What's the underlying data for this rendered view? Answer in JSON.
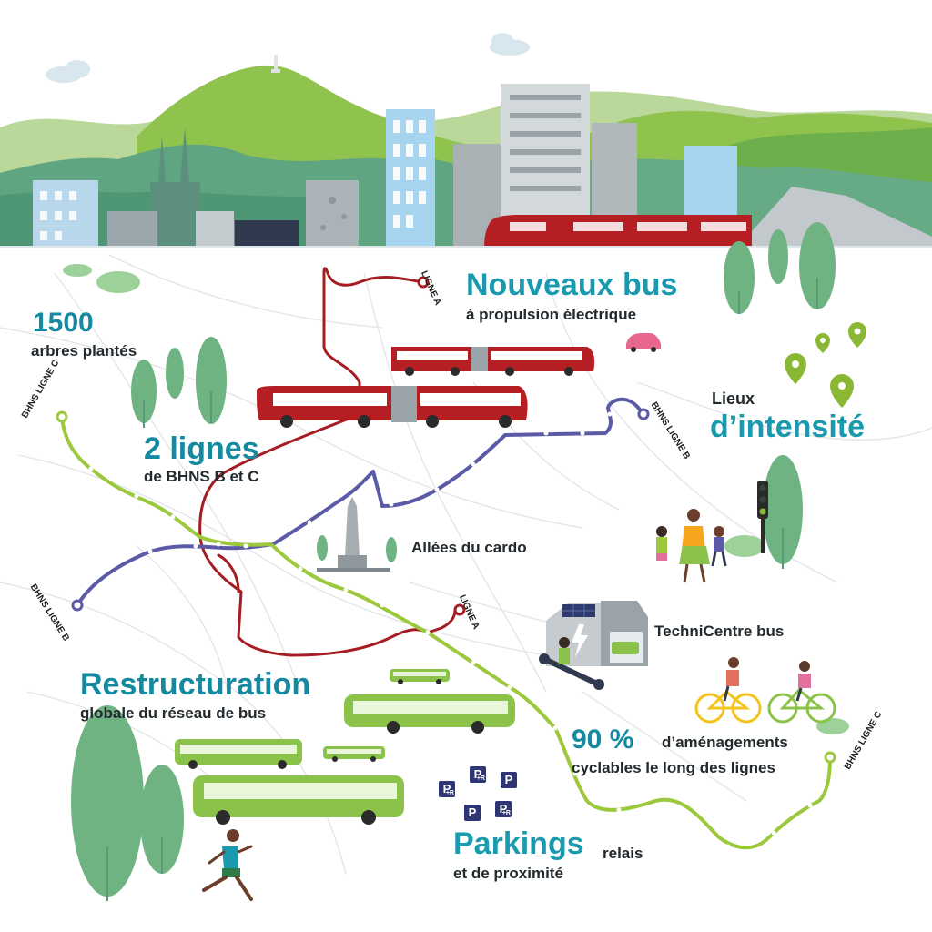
{
  "headline_bus": {
    "title": "Nouveaux bus",
    "subtitle": "à propulsion électrique"
  },
  "trees": {
    "number": "1500",
    "caption": "arbres plantés"
  },
  "lines": {
    "number": "2 lignes",
    "caption": "de BHNS B et C"
  },
  "intensity": {
    "prefix": "Lieux",
    "title": "d’intensité"
  },
  "cardo": {
    "label": "Allées du cardo"
  },
  "technicentre": {
    "label": "TechniCentre bus"
  },
  "restructuring": {
    "title": "Restructuration",
    "subtitle": "globale du réseau de bus"
  },
  "cycling": {
    "percent": "90 %",
    "line1": "d’aménagements",
    "line2": "cyclables le long des lignes"
  },
  "parkings": {
    "title": "Parkings",
    "title_suffix": "relais",
    "subtitle": "et de proximité"
  },
  "line_labels": {
    "ligne_a_top": "LIGNE A",
    "ligne_a_mid": "LIGNE A",
    "bhns_c_left": "BHNS LIGNE C",
    "bhns_b_right": "BHNS LIGNE B",
    "bhns_b_left": "BHNS LIGNE B",
    "bhns_c_right": "BHNS LIGNE C"
  },
  "parking_signs": [
    {
      "letter": "P",
      "mark": "+R"
    },
    {
      "letter": "P",
      "mark": "+R"
    },
    {
      "letter": "P",
      "mark": ""
    },
    {
      "letter": "P",
      "mark": ""
    },
    {
      "letter": "P",
      "mark": "+R"
    }
  ],
  "colors": {
    "line_a": "#a51d22",
    "line_b": "#5b5aa6",
    "line_c": "#9cc83c",
    "title_teal": "#1a9aae",
    "hill_green": "#8fc34e",
    "tree_green": "#6fb383",
    "bus_green": "#8bc34a",
    "tram_red": "#b51f24",
    "marker_green": "#8ab835"
  },
  "icons": [
    "location-pin-icon",
    "parking-icon",
    "park-and-ride-icon",
    "wrench-icon",
    "lightning-icon",
    "traffic-light-icon",
    "car-icon"
  ]
}
